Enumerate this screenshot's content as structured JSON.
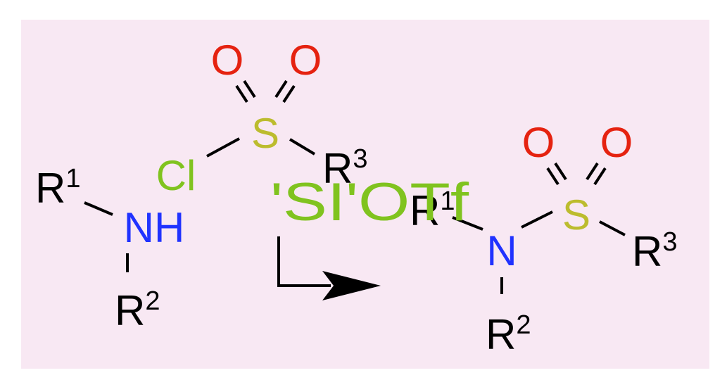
{
  "diagram": {
    "colors": {
      "background": "#f8e8f3",
      "carbon_text": "#000000",
      "oxygen": "#e52210",
      "sulfur": "#bcbc2e",
      "nitrogen": "#2032ff",
      "chlorine": "#80c31f",
      "catalyst": "#80c31f",
      "bond": "#000000"
    },
    "reactant_amine": {
      "r1": "R",
      "r1_sup": "1",
      "nh": "NH",
      "r2": "R",
      "r2_sup": "2"
    },
    "reactant_sulfonyl_chloride": {
      "o_left": "O",
      "o_right": "O",
      "s": "S",
      "cl": "Cl",
      "r3": "R",
      "r3_sup": "3"
    },
    "catalyst": {
      "label": "'SI'OTf"
    },
    "product_sulfonamide": {
      "o_left": "O",
      "o_right": "O",
      "s": "S",
      "n": "N",
      "r1": "R",
      "r1_sup": "1",
      "r2": "R",
      "r2_sup": "2",
      "r3": "R",
      "r3_sup": "3"
    }
  }
}
